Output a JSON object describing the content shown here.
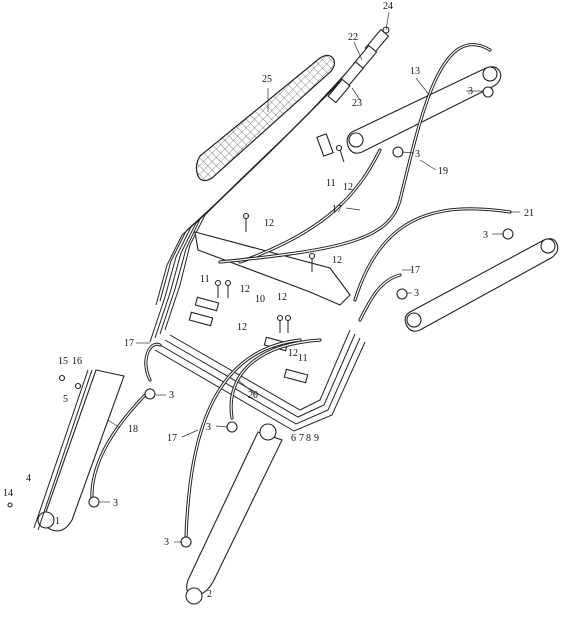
{
  "diagram": {
    "callouts": [
      {
        "id": "c1",
        "label": "1"
      },
      {
        "id": "c2",
        "label": "2"
      },
      {
        "id": "c3a",
        "label": "3"
      },
      {
        "id": "c3b",
        "label": "3"
      },
      {
        "id": "c3c",
        "label": "3"
      },
      {
        "id": "c3d",
        "label": "3"
      },
      {
        "id": "c3e",
        "label": "3"
      },
      {
        "id": "c3f",
        "label": "3"
      },
      {
        "id": "c3g",
        "label": "3"
      },
      {
        "id": "c3h",
        "label": "3"
      },
      {
        "id": "c4",
        "label": "4"
      },
      {
        "id": "c5",
        "label": "5"
      },
      {
        "id": "c6",
        "label": "6"
      },
      {
        "id": "c7",
        "label": "7"
      },
      {
        "id": "c8",
        "label": "8"
      },
      {
        "id": "c9",
        "label": "9"
      },
      {
        "id": "c10",
        "label": "10"
      },
      {
        "id": "c11a",
        "label": "11"
      },
      {
        "id": "c11b",
        "label": "11"
      },
      {
        "id": "c11c",
        "label": "11"
      },
      {
        "id": "c12a",
        "label": "12"
      },
      {
        "id": "c12b",
        "label": "12"
      },
      {
        "id": "c12c",
        "label": "12"
      },
      {
        "id": "c12d",
        "label": "12"
      },
      {
        "id": "c12e",
        "label": "12"
      },
      {
        "id": "c12f",
        "label": "12"
      },
      {
        "id": "c12g",
        "label": "12"
      },
      {
        "id": "c13",
        "label": "13"
      },
      {
        "id": "c14",
        "label": "14"
      },
      {
        "id": "c15",
        "label": "15"
      },
      {
        "id": "c16",
        "label": "16"
      },
      {
        "id": "c17a",
        "label": "17"
      },
      {
        "id": "c17b",
        "label": "17"
      },
      {
        "id": "c17c",
        "label": "17"
      },
      {
        "id": "c17d",
        "label": "17"
      },
      {
        "id": "c18",
        "label": "18"
      },
      {
        "id": "c19",
        "label": "19"
      },
      {
        "id": "c20",
        "label": "20"
      },
      {
        "id": "c21",
        "label": "21"
      },
      {
        "id": "c22",
        "label": "22"
      },
      {
        "id": "c23",
        "label": "23"
      },
      {
        "id": "c24",
        "label": "24"
      },
      {
        "id": "c25",
        "label": "25"
      }
    ]
  }
}
